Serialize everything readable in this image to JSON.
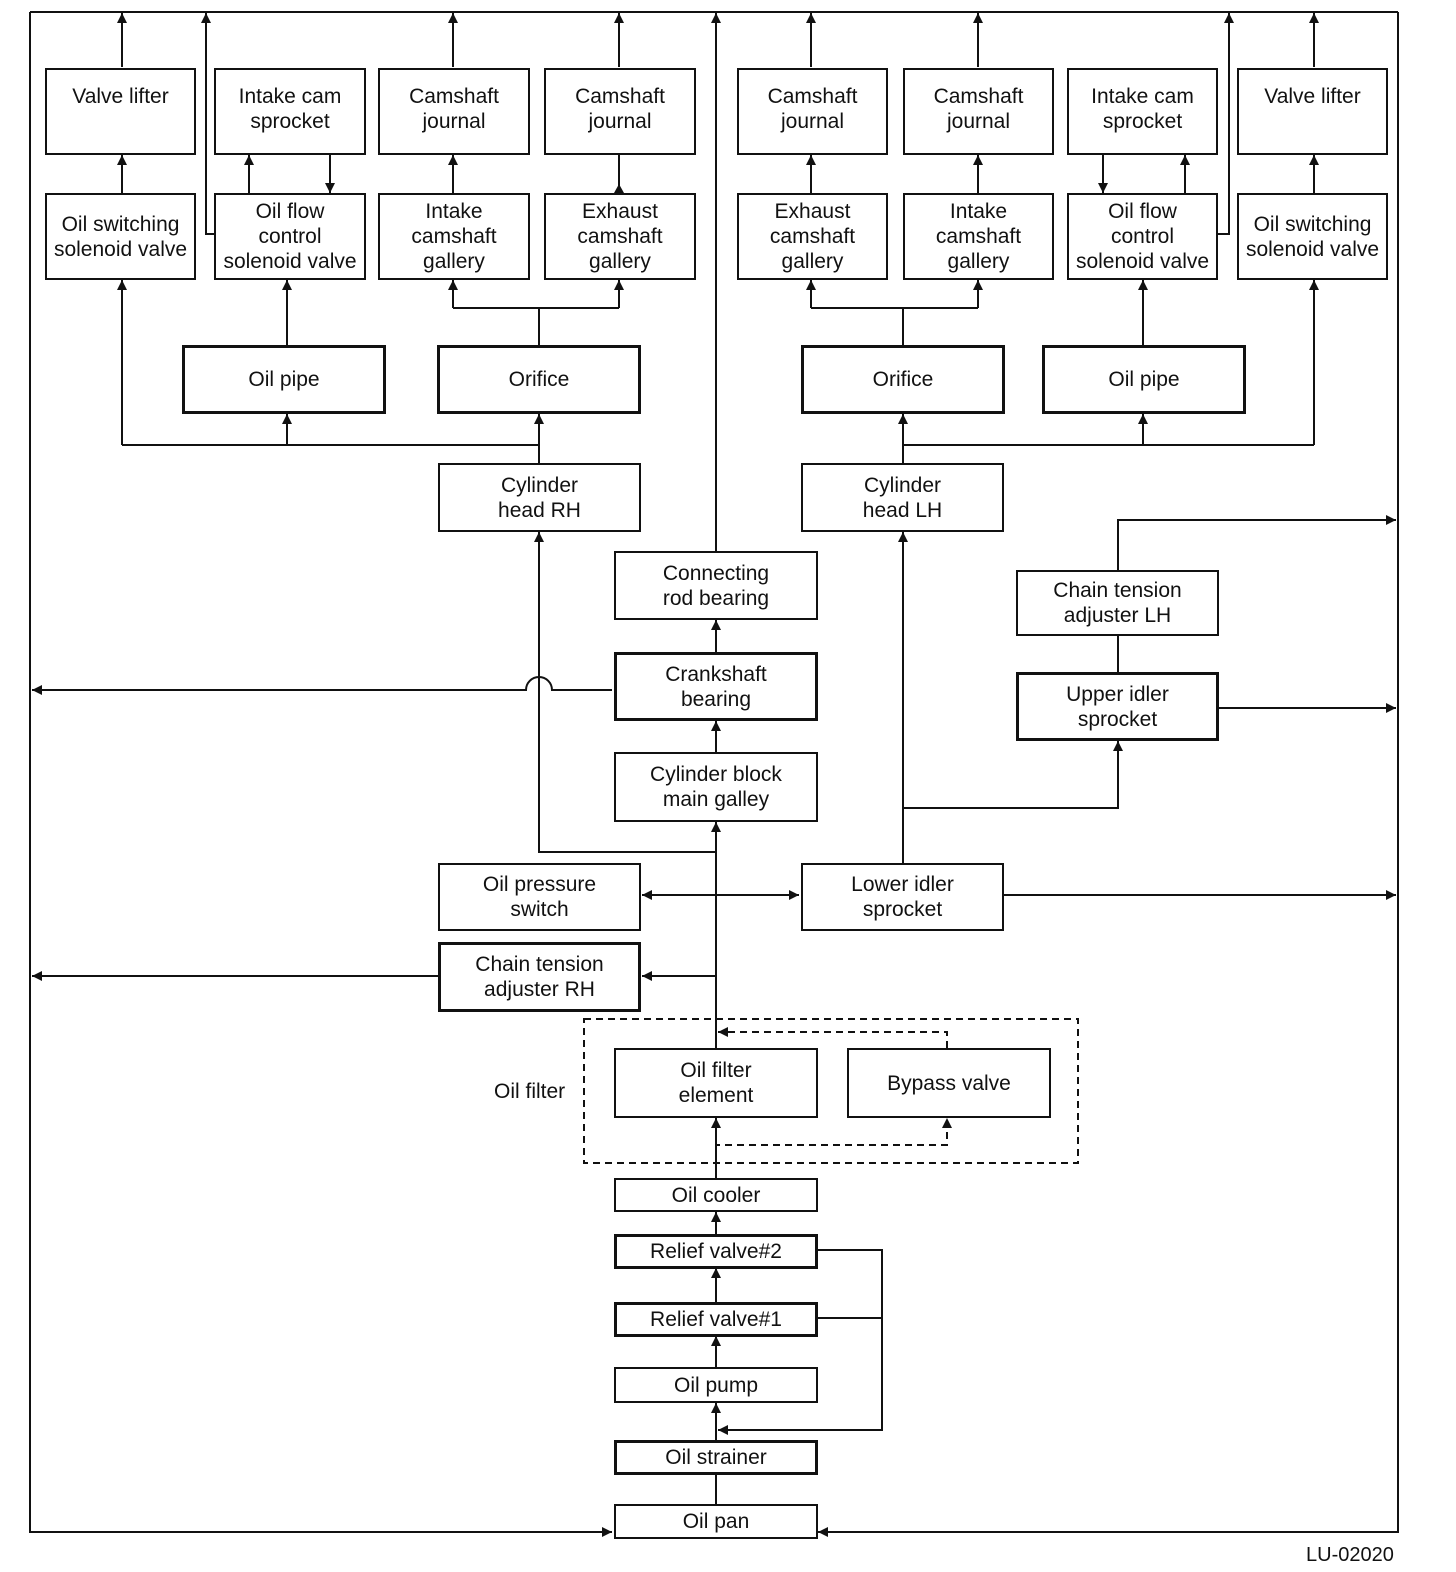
{
  "boxes": {
    "valve_lifter_rh": "Valve lifter",
    "intake_cam_sprocket_rh": "Intake cam\nsprocket",
    "camshaft_journal_1": "Camshaft\njournal",
    "camshaft_journal_2": "Camshaft\njournal",
    "camshaft_journal_3": "Camshaft\njournal",
    "camshaft_journal_4": "Camshaft\njournal",
    "intake_cam_sprocket_lh": "Intake cam\nsprocket",
    "valve_lifter_lh": "Valve lifter",
    "oil_switching_solenoid_rh": "Oil switching\nsolenoid valve",
    "oil_flow_control_rh": "Oil flow\ncontrol\nsolenoid valve",
    "intake_camshaft_gallery_rh": "Intake\ncamshaft\ngallery",
    "exhaust_camshaft_gallery_rh": "Exhaust\ncamshaft\ngallery",
    "exhaust_camshaft_gallery_lh": "Exhaust\ncamshaft\ngallery",
    "intake_camshaft_gallery_lh": "Intake\ncamshaft\ngallery",
    "oil_flow_control_lh": "Oil flow\ncontrol\nsolenoid valve",
    "oil_switching_solenoid_lh": "Oil switching\nsolenoid valve",
    "oil_pipe_rh": "Oil pipe",
    "orifice_rh": "Orifice",
    "orifice_lh": "Orifice",
    "oil_pipe_lh": "Oil pipe",
    "cylinder_head_rh": "Cylinder\nhead RH",
    "cylinder_head_lh": "Cylinder\nhead LH",
    "connecting_rod_bearing": "Connecting\nrod bearing",
    "chain_tension_adjuster_lh": "Chain tension\nadjuster LH",
    "crankshaft_bearing": "Crankshaft\nbearing",
    "upper_idler_sprocket": "Upper idler\nsprocket",
    "cylinder_block_main_galley": "Cylinder block\nmain galley",
    "oil_pressure_switch": "Oil pressure\nswitch",
    "lower_idler_sprocket": "Lower idler\nsprocket",
    "chain_tension_adjuster_rh": "Chain tension\nadjuster RH",
    "oil_filter_element": "Oil filter\nelement",
    "bypass_valve": "Bypass valve",
    "oil_cooler": "Oil cooler",
    "relief_valve_2": "Relief valve#2",
    "relief_valve_1": "Relief valve#1",
    "oil_pump": "Oil pump",
    "oil_strainer": "Oil strainer",
    "oil_pan": "Oil pan"
  },
  "labels": {
    "oil_filter": "Oil filter",
    "figure_code": "LU-02020"
  }
}
